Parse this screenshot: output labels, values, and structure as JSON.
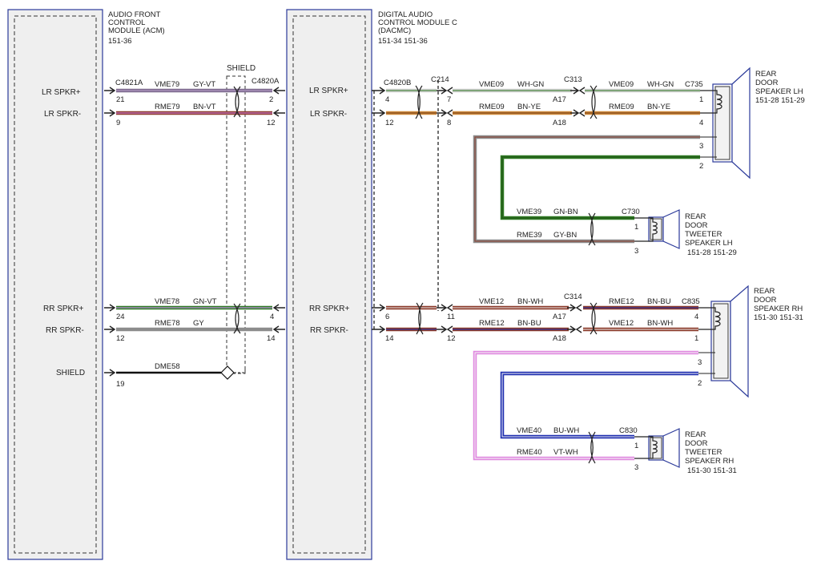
{
  "modules": {
    "acm": {
      "name_lines": [
        "AUDIO FRONT",
        "CONTROL",
        "MODULE (ACM)"
      ],
      "ref": "151-36"
    },
    "dacmc": {
      "name_lines": [
        "DIGITAL AUDIO",
        "CONTROL MODULE C",
        "(DACMC)"
      ],
      "ref": "151-34  151-36"
    }
  },
  "acm_pins": {
    "lr_pos": {
      "label": "LR SPKR+",
      "pin": "21"
    },
    "lr_neg": {
      "label": "LR SPKR-",
      "pin": "9"
    },
    "rr_pos": {
      "label": "RR SPKR+",
      "pin": "24"
    },
    "rr_neg": {
      "label": "RR SPKR-",
      "pin": "12"
    },
    "shield": {
      "label": "SHIELD",
      "pin": "19"
    }
  },
  "dacmc_pins": {
    "lr_pos": {
      "label": "LR SPKR+",
      "pin_left": "2",
      "pin_right": "4"
    },
    "lr_neg": {
      "label": "LR SPKR-",
      "pin_left": "12",
      "pin_right": "12"
    },
    "rr_pos": {
      "label": "RR SPKR+",
      "pin_left": "4",
      "pin_right": "6"
    },
    "rr_neg": {
      "label": "RR SPKR-",
      "pin_left": "14",
      "pin_right": "14"
    }
  },
  "connectors": {
    "c4821a": "C4821A",
    "c4820a": "C4820A",
    "c4820b": "C4820B",
    "c214": "C214",
    "c313": "C313",
    "c735": "C735",
    "c730": "C730",
    "c314": "C314",
    "c835": "C835",
    "c830": "C830",
    "shield_label": "SHIELD"
  },
  "wires": {
    "acm_lr_pos": {
      "circuit": "VME79",
      "color": "GY-VT"
    },
    "acm_lr_neg": {
      "circuit": "RME79",
      "color": "BN-VT"
    },
    "acm_rr_pos": {
      "circuit": "VME78",
      "color": "GN-VT"
    },
    "acm_rr_neg": {
      "circuit": "RME78",
      "color": "GY"
    },
    "acm_shield": {
      "circuit": "DME58",
      "color": ""
    },
    "lr_pos_a": {
      "circuit": "VME09",
      "color": "WH-GN"
    },
    "lr_pos_b": {
      "circuit": "VME09",
      "color": "WH-GN"
    },
    "lr_neg_a": {
      "circuit": "RME09",
      "color": "BN-YE"
    },
    "lr_neg_b": {
      "circuit": "RME09",
      "color": "BN-YE"
    },
    "tw_lh_pos": {
      "circuit": "VME39",
      "color": "GN-BN"
    },
    "tw_lh_neg": {
      "circuit": "RME39",
      "color": "GY-BN"
    },
    "rr_pos_a": {
      "circuit": "VME12",
      "color": "BN-WH"
    },
    "rr_pos_b": {
      "circuit": "RME12",
      "color": "BN-BU"
    },
    "rr_neg_a": {
      "circuit": "RME12",
      "color": "BN-BU"
    },
    "rr_neg_b": {
      "circuit": "VME12",
      "color": "BN-WH"
    },
    "tw_rh_pos": {
      "circuit": "VME40",
      "color": "BU-WH"
    },
    "tw_rh_neg": {
      "circuit": "RME40",
      "color": "VT-WH"
    }
  },
  "inline_pins": {
    "c214_lr_pos": "7",
    "c214_lr_neg": "8",
    "c313_a17": "A17",
    "c313_a18": "A18",
    "c214_rr_pos": "11",
    "c214_rr_neg": "12",
    "c314_a17": "A17",
    "c314_a18": "A18"
  },
  "speakers": {
    "door_lh": {
      "lines": [
        "REAR",
        "DOOR",
        "SPEAKER LH"
      ],
      "ref": "151-28  151-29",
      "pins": [
        "1",
        "4",
        "3",
        "2"
      ]
    },
    "tweeter_lh": {
      "lines": [
        "REAR",
        "DOOR",
        "TWEETER",
        "SPEAKER LH"
      ],
      "ref": "151-28  151-29",
      "pins": [
        "1",
        "3"
      ]
    },
    "door_rh": {
      "lines": [
        "REAR",
        "DOOR",
        "SPEAKER RH"
      ],
      "ref": "151-30  151-31",
      "pins": [
        "4",
        "1",
        "3",
        "2"
      ]
    },
    "tweeter_rh": {
      "lines": [
        "REAR",
        "DOOR",
        "TWEETER",
        "SPEAKER RH"
      ],
      "ref": "151-30  151-31",
      "pins": [
        "1",
        "3"
      ]
    }
  },
  "wire_colors": {
    "grey": "#8c8c8c",
    "violet": "#9a6aa8",
    "brown": "#8b3a2a",
    "orange": "#d08a3a",
    "white": "#f4f4f4",
    "green": "#2f7a23",
    "blue": "#1f2fb0",
    "pink": "#e08ae0",
    "module_outline": "#2b3a9a"
  }
}
